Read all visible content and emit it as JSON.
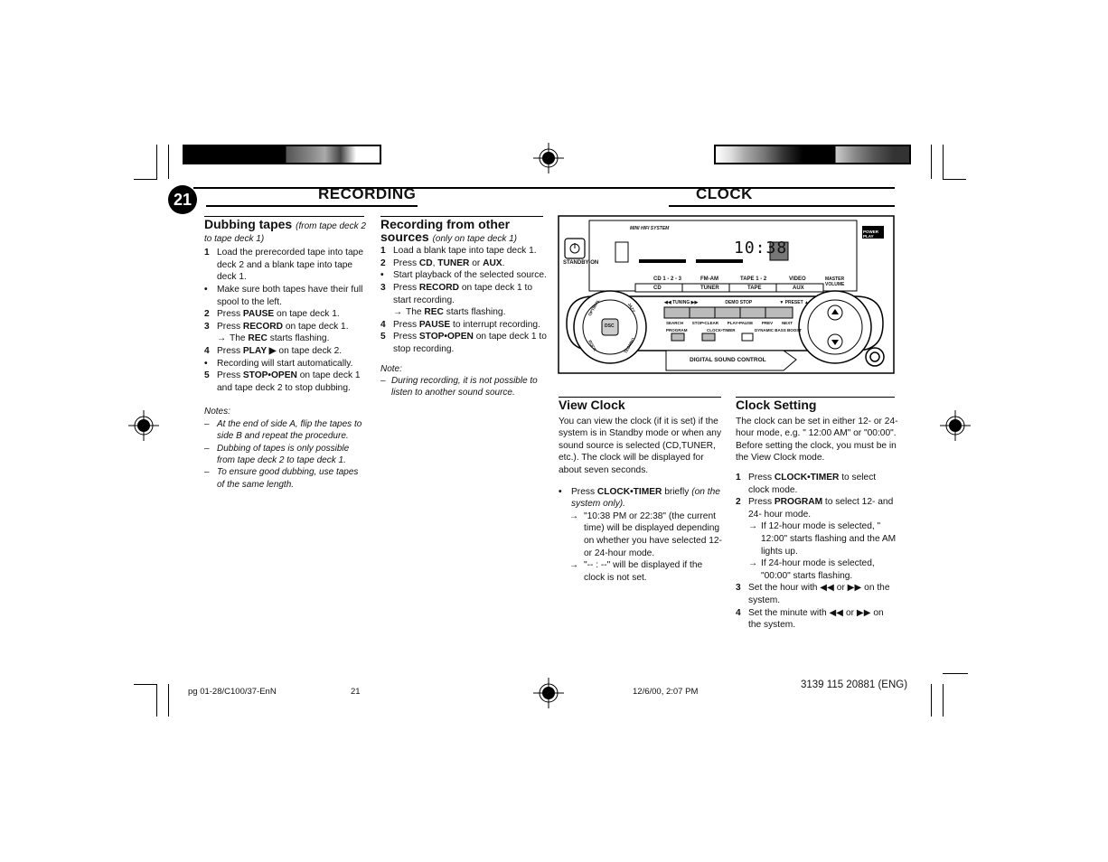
{
  "header": {
    "page_number": "21",
    "left_title": "RECORDING",
    "right_title": "CLOCK"
  },
  "dubbing": {
    "title": "Dubbing tapes",
    "subtitle": "(from tape deck 2",
    "subtitle2": "to tape deck 1)",
    "steps": [
      {
        "n": "1",
        "t": "Load the prerecorded tape into tape deck 2 and a blank tape into tape deck 1."
      },
      {
        "n": "•",
        "t": "Make sure both tapes have their full spool to the left."
      },
      {
        "n": "2",
        "pre": "Press ",
        "b": "PAUSE",
        "post": " on tape deck 1."
      },
      {
        "n": "3",
        "pre": "Press ",
        "b": "RECORD",
        "post": " on tape deck 1."
      },
      {
        "n": "→",
        "pre": "The ",
        "b": "REC",
        "post": " starts flashing.",
        "sub": true
      },
      {
        "n": "4",
        "pre": "Press ",
        "b": "PLAY ▶",
        "post": " on tape deck 2."
      },
      {
        "n": "•",
        "t": "Recording will start automatically."
      },
      {
        "n": "5",
        "pre": "Press ",
        "b": "STOP•OPEN",
        "post": " on tape deck 1 and tape deck 2 to stop dubbing."
      }
    ],
    "notes_label": "Notes:",
    "notes": [
      "At the end of side A, flip the tapes to side B and repeat the procedure.",
      "Dubbing of tapes is only possible from tape deck 2 to tape deck 1.",
      "To ensure good dubbing, use tapes of the same length."
    ]
  },
  "recording_other": {
    "title": "Recording from other",
    "title2": "sources",
    "subtitle": "(only on tape deck 1)",
    "steps": [
      {
        "n": "1",
        "t": "Load a blank tape into tape deck 1."
      },
      {
        "n": "2",
        "pre": "Press ",
        "b": "CD",
        "mid": ", ",
        "b2": "TUNER",
        "mid2": " or ",
        "b3": "AUX",
        "post": "."
      },
      {
        "n": "•",
        "t": "Start playback of the selected source."
      },
      {
        "n": "3",
        "pre": "Press ",
        "b": "RECORD",
        "post": " on tape deck 1 to start recording."
      },
      {
        "n": "→",
        "pre": "The ",
        "b": "REC",
        "post": " starts flashing.",
        "sub": true
      },
      {
        "n": "4",
        "pre": "Press ",
        "b": "PAUSE",
        "post": " to interrupt recording."
      },
      {
        "n": "5",
        "pre": "Press ",
        "b": "STOP•OPEN",
        "post": " on tape deck 1 to stop recording."
      }
    ],
    "note_label": "Note:",
    "note": "During recording, it is not possible to listen to another sound source."
  },
  "device": {
    "system_label": "MINI HIFI SYSTEM",
    "standby_label": "STANDBY-ON",
    "lcd_time": "10:38",
    "source_labels": [
      "CD 1 - 2 - 3",
      "FM-AM",
      "TAPE 1 - 2",
      "VIDEO"
    ],
    "source_buttons": [
      "CD",
      "TUNER",
      "TAPE",
      "AUX"
    ],
    "master_volume": "MASTER VOLUME",
    "tuning_row": [
      "◀◀ TUNING ▶▶",
      "DEMO STOP",
      "▼ PRESET ▲"
    ],
    "transport_labels": [
      "SEARCH",
      "STOP•CLEAR",
      "PLAY•PAUSE",
      "PREV",
      "NEXT"
    ],
    "lower_buttons": [
      "PROGRAM",
      "CLOCK•TIMER",
      "DYNAMIC BASS BOOST"
    ],
    "dsc_label": "DIGITAL SOUND CONTROL",
    "knob_words": [
      "OPTIMAL",
      "JAZZ",
      "ROCK",
      "TECHNO"
    ],
    "knob_center": "DSC",
    "power_play": "POWER PLAY"
  },
  "view_clock": {
    "title": "View Clock",
    "body": "You can view the clock (if it is set) if the system is in Standby mode or when any sound source is selected (CD,TUNER, etc.). The clock will be displayed for about seven seconds.",
    "bullet_pre": "Press ",
    "bullet_b": "CLOCK•TIMER",
    "bullet_post": " briefly ",
    "bullet_i": "(on the system only).",
    "arrow1": "\"10:38 PM or 22:38\" (the current time) will be displayed depending on whether you have selected 12- or 24-hour mode.",
    "arrow2": "\"-- : --\" will be displayed if the clock is not set."
  },
  "clock_setting": {
    "title": "Clock Setting",
    "body": "The clock can be set in either 12- or 24-hour mode, e.g. \" 12:00 AM\" or \"00:00\". Before setting the clock, you must be in the View Clock mode.",
    "steps": [
      {
        "n": "1",
        "pre": "Press ",
        "b": "CLOCK•TIMER",
        "post": " to select clock mode."
      },
      {
        "n": "2",
        "pre": "Press ",
        "b": "PROGRAM",
        "post": " to select 12- and 24- hour mode."
      },
      {
        "n": "→",
        "t": "If 12-hour mode is selected, \" 12:00\" starts flashing and the AM lights up.",
        "sub": true
      },
      {
        "n": "→",
        "t": "If 24-hour mode is selected, \"00:00\" starts flashing.",
        "sub": true
      },
      {
        "n": "3",
        "t": "Set the hour with ◀◀ or ▶▶ on the system."
      },
      {
        "n": "4",
        "t": "Set the minute with ◀◀ or ▶▶ on the system."
      }
    ]
  },
  "footer": {
    "code": "pg 01-28/C100/37-EnN",
    "page": "21",
    "date": "12/6/00, 2:07 PM",
    "part": "3139 115 20881 (ENG)"
  }
}
